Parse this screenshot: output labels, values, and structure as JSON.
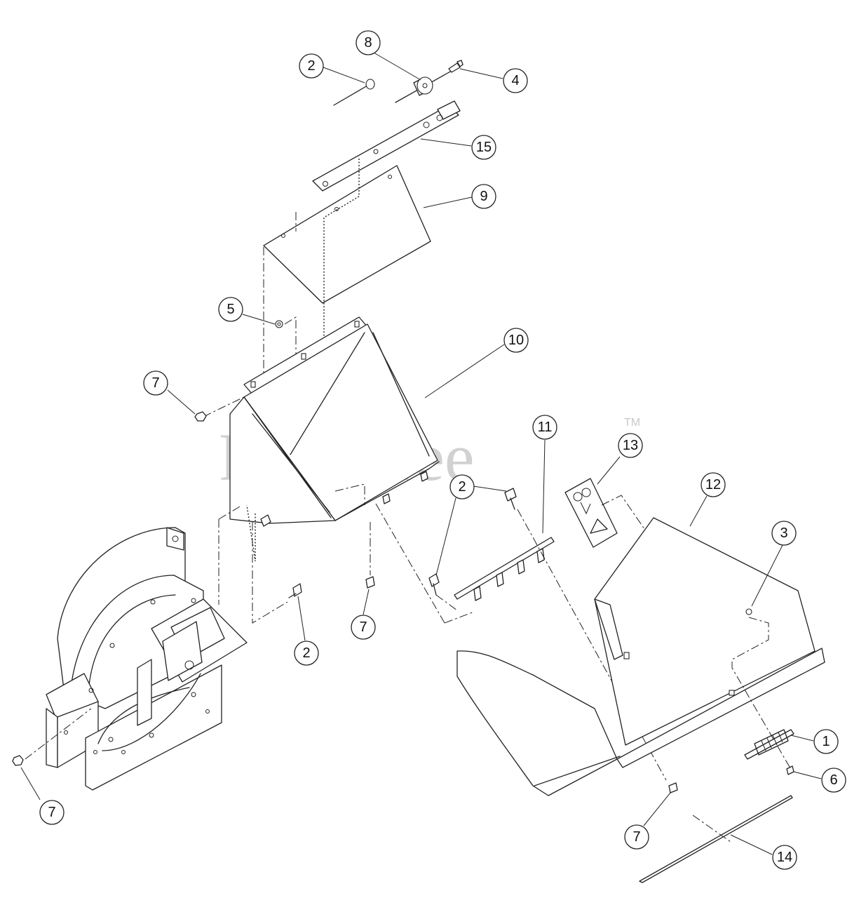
{
  "watermark": {
    "text": "PartsTree",
    "trademark": "TM"
  },
  "callouts": [
    {
      "id": "c1",
      "label": "1"
    },
    {
      "id": "c2a",
      "label": "2"
    },
    {
      "id": "c2b",
      "label": "2"
    },
    {
      "id": "c2c",
      "label": "2"
    },
    {
      "id": "c3",
      "label": "3"
    },
    {
      "id": "c4",
      "label": "4"
    },
    {
      "id": "c5",
      "label": "5"
    },
    {
      "id": "c6",
      "label": "6"
    },
    {
      "id": "c7a",
      "label": "7"
    },
    {
      "id": "c7b",
      "label": "7"
    },
    {
      "id": "c7c",
      "label": "7"
    },
    {
      "id": "c7d",
      "label": "7"
    },
    {
      "id": "c8",
      "label": "8"
    },
    {
      "id": "c9",
      "label": "9"
    },
    {
      "id": "c10",
      "label": "10"
    },
    {
      "id": "c11",
      "label": "11"
    },
    {
      "id": "c12",
      "label": "12"
    },
    {
      "id": "c13",
      "label": "13"
    },
    {
      "id": "c14",
      "label": "14"
    },
    {
      "id": "c15",
      "label": "15"
    }
  ]
}
